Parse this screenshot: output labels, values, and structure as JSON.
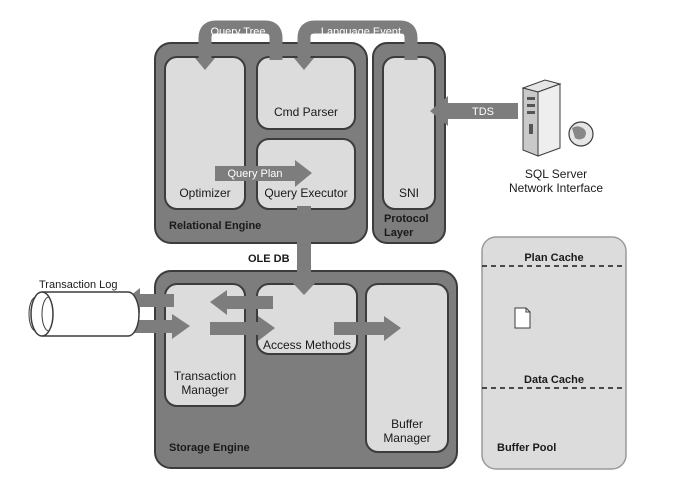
{
  "diagram": {
    "relational_engine": {
      "title": "Relational Engine",
      "optimizer": "Optimizer",
      "cmd_parser": "Cmd Parser",
      "query_executor": "Query Executor"
    },
    "protocol_layer": {
      "title_line1": "Protocol",
      "title_line2": "Layer",
      "sni": "SNI"
    },
    "storage_engine": {
      "title": "Storage Engine",
      "transaction_manager_line1": "Transaction",
      "transaction_manager_line2": "Manager",
      "access_methods": "Access Methods",
      "buffer_manager_line1": "Buffer",
      "buffer_manager_line2": "Manager"
    },
    "buffer_pool": {
      "title": "Buffer Pool",
      "plan_cache": "Plan Cache",
      "data_cache": "Data Cache"
    },
    "arrows": {
      "query_tree": "Query Tree",
      "language_event": "Language Event",
      "query_plan": "Query Plan",
      "tds": "TDS",
      "ole_db": "OLE DB"
    },
    "transaction_log": "Transaction Log",
    "network_interface_line1": "SQL Server",
    "network_interface_line2": "Network Interface"
  }
}
